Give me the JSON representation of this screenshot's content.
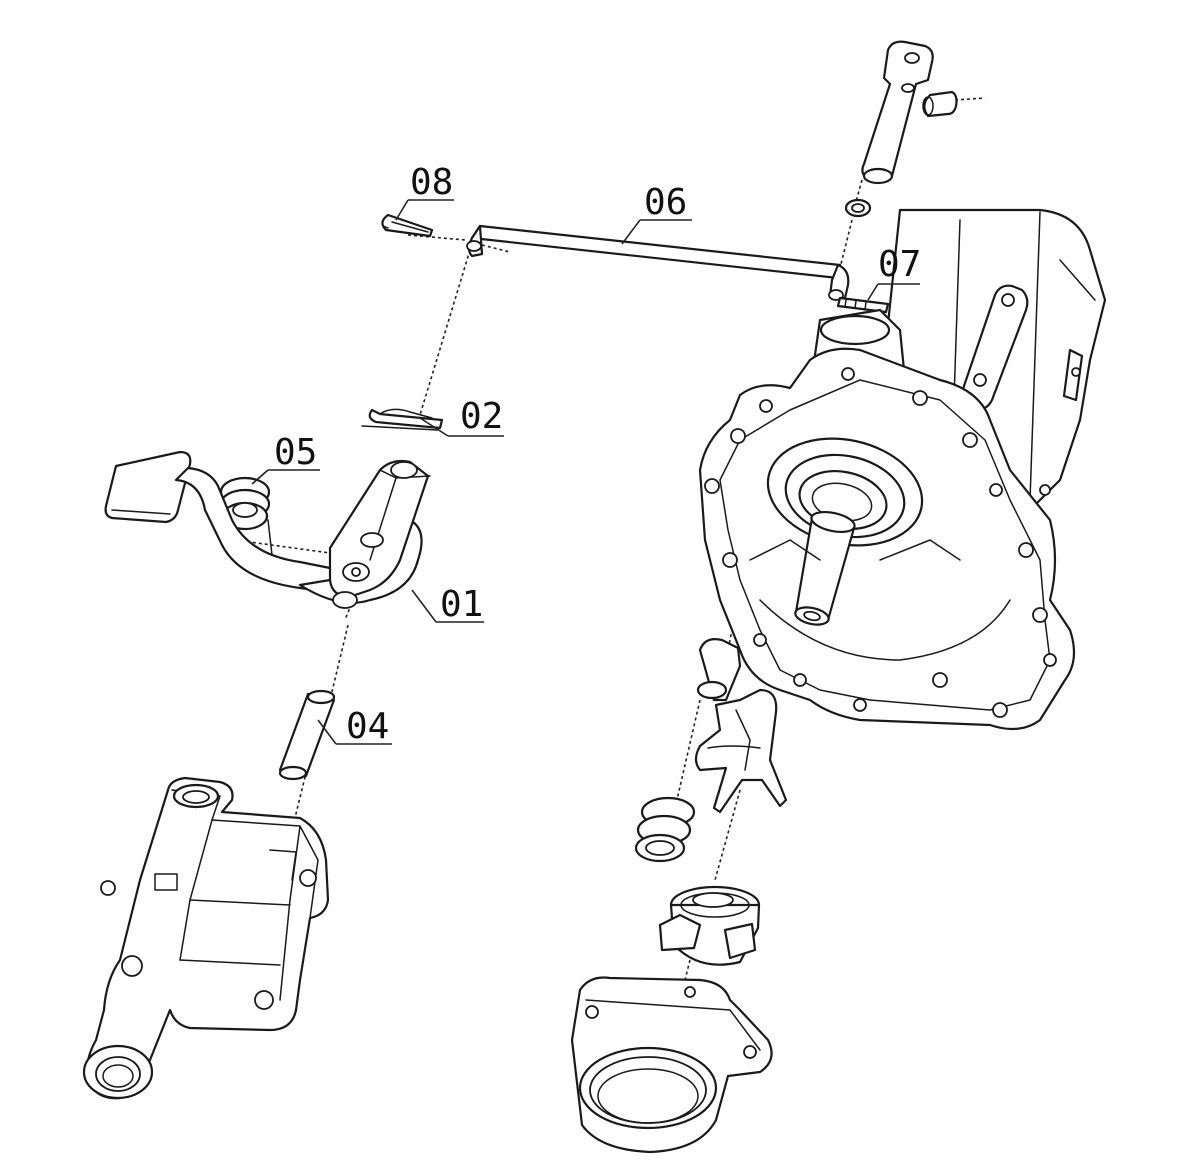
{
  "callouts": [
    {
      "id": "01",
      "text": "01"
    },
    {
      "id": "02",
      "text": "02"
    },
    {
      "id": "04",
      "text": "04"
    },
    {
      "id": "05",
      "text": "05"
    },
    {
      "id": "06",
      "text": "06"
    },
    {
      "id": "07",
      "text": "07"
    },
    {
      "id": "08",
      "text": "08"
    }
  ]
}
